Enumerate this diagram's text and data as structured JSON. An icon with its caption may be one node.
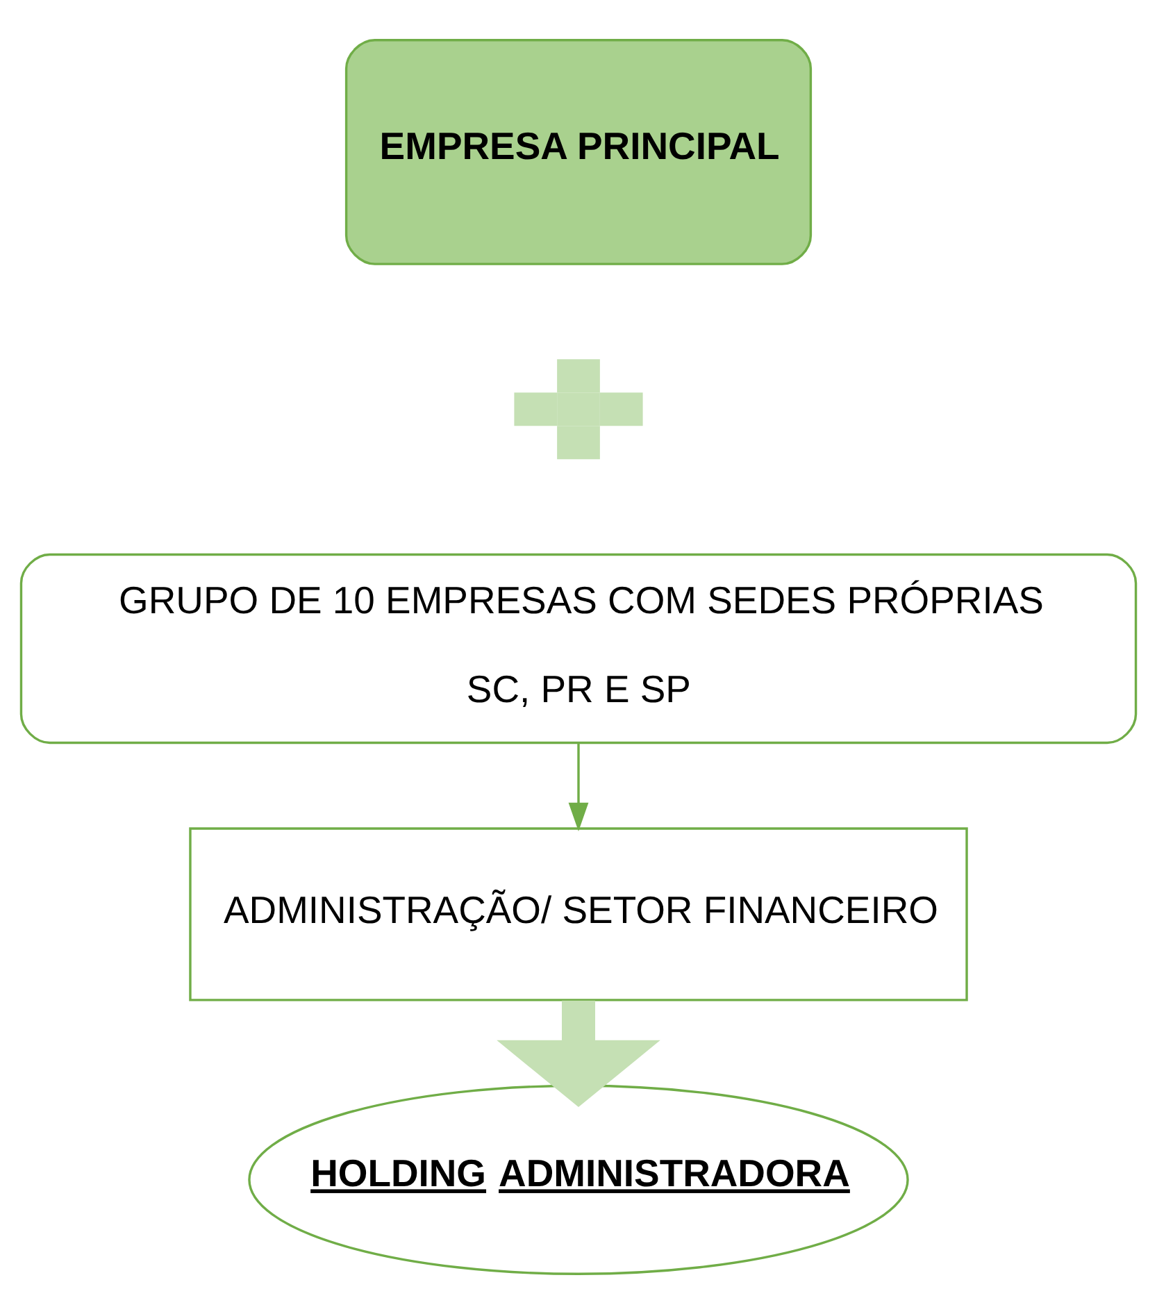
{
  "diagram": {
    "nodes": [
      {
        "text": [
          "EMPRESA PRINCIPAL"
        ]
      },
      {
        "text": [],
        "shape": "plus"
      },
      {
        "text": [
          "GRUPO DE 10 EMPRESAS COM SEDES PRÓPRIAS",
          "SC, PR E SP"
        ]
      },
      {
        "text": [
          "ADMINISTRAÇÃO/ SETOR FINANCEIRO"
        ]
      },
      {
        "text": [
          "HOLDING ADMINISTRADORA"
        ]
      }
    ],
    "edges": [
      {
        "from": 2,
        "to": 3,
        "arrow": "to",
        "color": "#70ad47"
      },
      {
        "from": 3,
        "to": 4,
        "arrow": "to",
        "style": "thick",
        "color": "#c5e0b4"
      }
    ]
  }
}
